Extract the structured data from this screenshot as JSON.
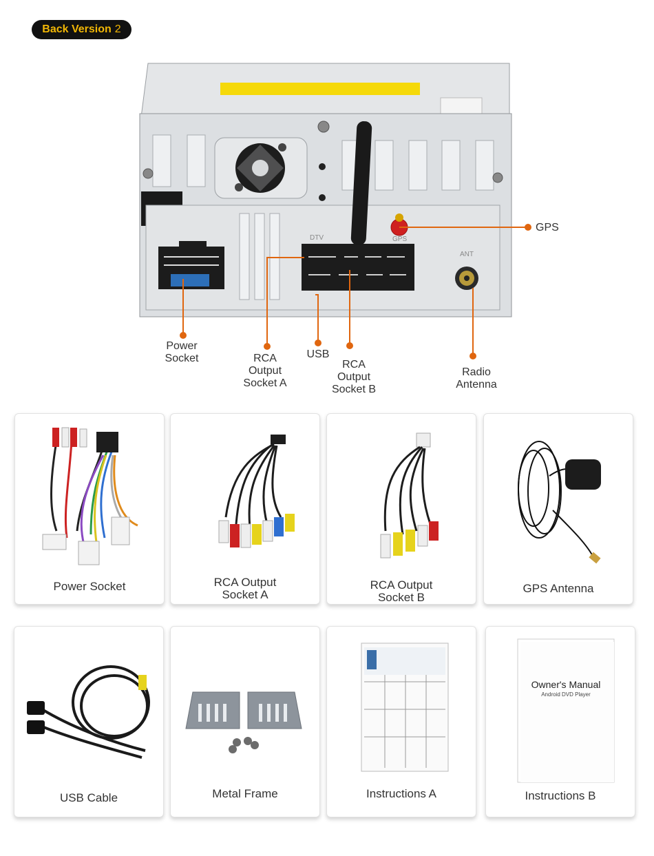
{
  "header": {
    "badge_text": "Back Version",
    "badge_number": "2"
  },
  "callouts": {
    "gps": "GPS",
    "power_socket": "Power\nSocket",
    "rca_a": "RCA\nOutput\nSocket A",
    "usb": "USB",
    "rca_b": "RCA\nOutput\nSocket B",
    "radio_antenna": "Radio\nAntenna"
  },
  "unit_labels": {
    "dtv": "DTV",
    "gps": "GPS",
    "ant": "ANT"
  },
  "accessories": [
    {
      "label": "Power Socket"
    },
    {
      "label": "RCA Output\nSocket A"
    },
    {
      "label": "RCA Output\nSocket B"
    },
    {
      "label": "GPS Antenna"
    },
    {
      "label": "USB Cable"
    },
    {
      "label": "Metal Frame"
    },
    {
      "label": "Instructions A"
    },
    {
      "label": "Instructions B"
    }
  ],
  "manual": {
    "title": "Owner's Manual",
    "subtitle": "Android DVD Player"
  },
  "colors": {
    "accent_orange": "#e0660f",
    "badge_text": "#f2b705",
    "badge_bg": "#111111"
  }
}
